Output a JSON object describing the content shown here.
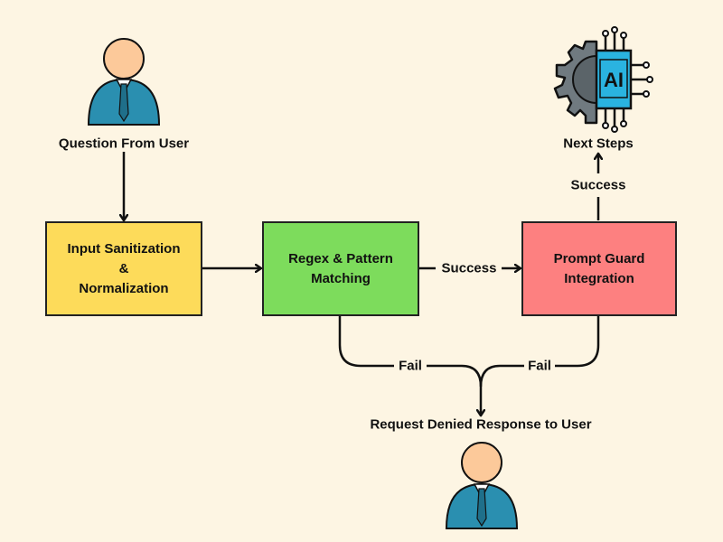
{
  "nodes": {
    "user_top": {
      "label": "Question From User"
    },
    "sanitize": {
      "line1": "Input Sanitization",
      "line2": "&",
      "line3": "Normalization",
      "color": "#fddb5a"
    },
    "regex": {
      "line1": "Regex & Pattern",
      "line2": "Matching",
      "color": "#7ddc5c"
    },
    "guard": {
      "line1": "Prompt Guard",
      "line2": "Integration",
      "color": "#fd8080"
    },
    "next": {
      "label": "Next Steps"
    },
    "denied": {
      "label": "Request Denied Response to User"
    }
  },
  "edges": {
    "regex_to_guard": "Success",
    "guard_to_next": "Success",
    "regex_fail": "Fail",
    "guard_fail": "Fail"
  },
  "ai_chip": {
    "text": "AI",
    "accent": "#2ab3e0",
    "gear": "#707a80"
  },
  "user_icon": {
    "skin": "#fcc99a",
    "suit": "#2a8fb0",
    "tie": "#1f6f8a"
  }
}
